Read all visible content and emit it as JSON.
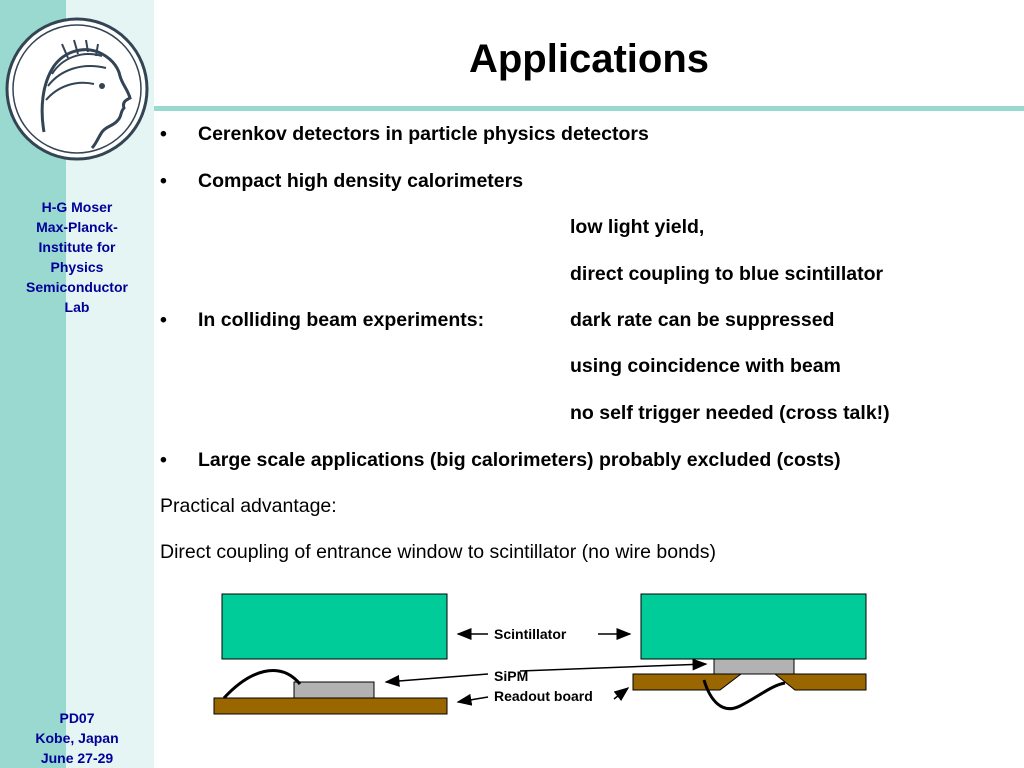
{
  "sidebar": {
    "author_lines": [
      "H-G Moser",
      "Max-Planck-",
      "Institute for",
      "Physics",
      "Semiconductor",
      "Lab"
    ],
    "event_lines": [
      "PD07",
      "Kobe, Japan",
      "June 27-29"
    ],
    "logo_icon": "minerva-head-logo-icon"
  },
  "slide": {
    "title": "Applications",
    "bullet_char": "•",
    "bullets": [
      {
        "text": "Cerenkov detectors in particle physics detectors"
      },
      {
        "text": "Compact high density calorimeters"
      },
      {
        "text": "In colliding beam experiments:"
      },
      {
        "text": "Large scale applications (big calorimeters) probably excluded (costs)"
      }
    ],
    "sub_items": [
      "low light yield,",
      "direct coupling to blue scintillator",
      "dark rate can be suppressed",
      "using coincidence with beam",
      "no self trigger needed (cross talk!)"
    ],
    "advantage_heading": "Practical advantage:",
    "advantage_text": "Direct coupling of entrance window to scintillator (no wire bonds)"
  },
  "diagram": {
    "labels": {
      "scintillator": "Scintillator",
      "sipm": "SiPM",
      "readout_board": "Readout board"
    },
    "colors": {
      "scintillator": "#00cc99",
      "sipm": "#b2b2b2",
      "board": "#996600",
      "accent": "#99d9cf",
      "sidebar_text": "#000099"
    }
  }
}
